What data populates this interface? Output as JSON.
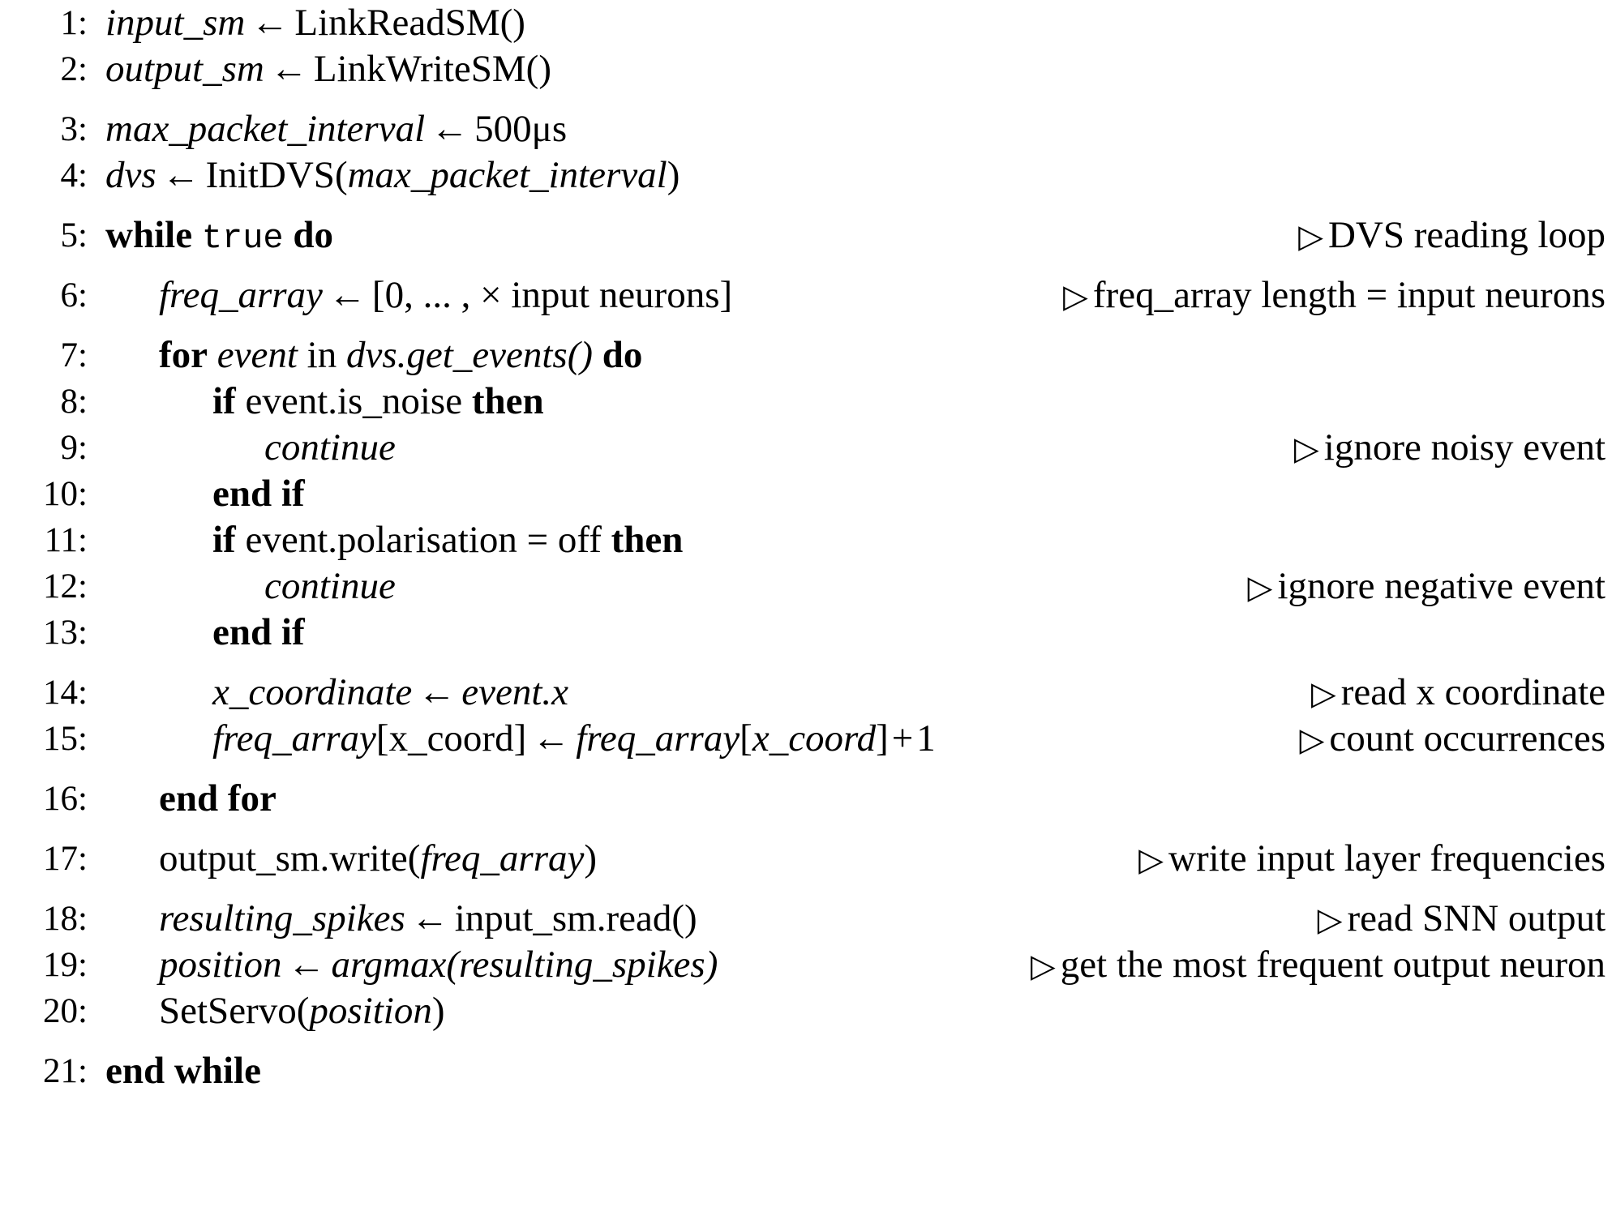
{
  "document": {
    "type": "algorithm-pseudocode",
    "comment_marker": "▷",
    "text_color": "#000000",
    "background_color": "#ffffff"
  },
  "lines": [
    {
      "num": "1:",
      "indent": 0,
      "gap_after": false,
      "comment": "",
      "tokens": [
        {
          "t": "input_sm",
          "s": "var"
        },
        {
          "t": "←",
          "s": "arrow"
        },
        {
          "t": "LinkReadSM()",
          "s": "rm"
        }
      ]
    },
    {
      "num": "2:",
      "indent": 0,
      "gap_after": true,
      "comment": "",
      "tokens": [
        {
          "t": "output_sm",
          "s": "var"
        },
        {
          "t": "←",
          "s": "arrow"
        },
        {
          "t": "LinkWriteSM()",
          "s": "rm"
        }
      ]
    },
    {
      "num": "3:",
      "indent": 0,
      "gap_after": false,
      "comment": "",
      "tokens": [
        {
          "t": "max_packet_interval",
          "s": "var"
        },
        {
          "t": "←",
          "s": "arrow"
        },
        {
          "t": "500μs",
          "s": "rm"
        }
      ]
    },
    {
      "num": "4:",
      "indent": 0,
      "gap_after": true,
      "comment": "",
      "tokens": [
        {
          "t": "dvs",
          "s": "var"
        },
        {
          "t": "←",
          "s": "arrow"
        },
        {
          "t": "InitDVS(",
          "s": "rm"
        },
        {
          "t": "max_packet_interval",
          "s": "var"
        },
        {
          "t": ")",
          "s": "rm"
        }
      ]
    },
    {
      "num": "5:",
      "indent": 0,
      "gap_after": true,
      "comment": "DVS reading loop",
      "tokens": [
        {
          "t": "while",
          "s": "kw"
        },
        {
          "t": " ",
          "s": "rm"
        },
        {
          "t": "true",
          "s": "tt"
        },
        {
          "t": " ",
          "s": "rm"
        },
        {
          "t": "do",
          "s": "kw"
        }
      ]
    },
    {
      "num": "6:",
      "indent": 1,
      "gap_after": true,
      "comment": "freq_array length = input neurons",
      "tokens": [
        {
          "t": "freq_array",
          "s": "var"
        },
        {
          "t": "←",
          "s": "arrow"
        },
        {
          "t": "[0, ... , × input neurons]",
          "s": "rm"
        }
      ]
    },
    {
      "num": "7:",
      "indent": 1,
      "gap_after": false,
      "comment": "",
      "tokens": [
        {
          "t": "for",
          "s": "kw"
        },
        {
          "t": " ",
          "s": "rm"
        },
        {
          "t": "event",
          "s": "var"
        },
        {
          "t": " in ",
          "s": "rm"
        },
        {
          "t": "dvs.get_events()",
          "s": "var"
        },
        {
          "t": " ",
          "s": "rm"
        },
        {
          "t": "do",
          "s": "kw"
        }
      ]
    },
    {
      "num": "8:",
      "indent": 2,
      "gap_after": false,
      "comment": "",
      "tokens": [
        {
          "t": "if",
          "s": "kw"
        },
        {
          "t": " event.is_noise ",
          "s": "rm"
        },
        {
          "t": "then",
          "s": "kw"
        }
      ]
    },
    {
      "num": "9:",
      "indent": 3,
      "gap_after": false,
      "comment": "ignore noisy event",
      "tokens": [
        {
          "t": "continue",
          "s": "var"
        }
      ]
    },
    {
      "num": "10:",
      "indent": 2,
      "gap_after": false,
      "comment": "",
      "tokens": [
        {
          "t": "end if",
          "s": "kw"
        }
      ]
    },
    {
      "num": "11:",
      "indent": 2,
      "gap_after": false,
      "comment": "",
      "tokens": [
        {
          "t": "if",
          "s": "kw"
        },
        {
          "t": " event.polarisation = off ",
          "s": "rm"
        },
        {
          "t": "then",
          "s": "kw"
        }
      ]
    },
    {
      "num": "12:",
      "indent": 3,
      "gap_after": false,
      "comment": "ignore negative event",
      "tokens": [
        {
          "t": "continue",
          "s": "var"
        }
      ]
    },
    {
      "num": "13:",
      "indent": 2,
      "gap_after": true,
      "comment": "",
      "tokens": [
        {
          "t": "end if",
          "s": "kw"
        }
      ]
    },
    {
      "num": "14:",
      "indent": 2,
      "gap_after": false,
      "comment": "read x coordinate",
      "tokens": [
        {
          "t": "x_coordinate",
          "s": "var"
        },
        {
          "t": "←",
          "s": "arrow"
        },
        {
          "t": "event.x",
          "s": "var"
        }
      ]
    },
    {
      "num": "15:",
      "indent": 2,
      "gap_after": true,
      "comment": "count occurrences",
      "tokens": [
        {
          "t": "freq_array",
          "s": "var"
        },
        {
          "t": "[x_coord]",
          "s": "rm"
        },
        {
          "t": "←",
          "s": "arrow"
        },
        {
          "t": "freq_array",
          "s": "var"
        },
        {
          "t": "[",
          "s": "rm"
        },
        {
          "t": "x_coord",
          "s": "var"
        },
        {
          "t": "]",
          "s": "rm"
        },
        {
          "t": "+",
          "s": "op"
        },
        {
          "t": "1",
          "s": "rm"
        }
      ]
    },
    {
      "num": "16:",
      "indent": 1,
      "gap_after": true,
      "comment": "",
      "tokens": [
        {
          "t": "end for",
          "s": "kw"
        }
      ]
    },
    {
      "num": "17:",
      "indent": 1,
      "gap_after": true,
      "comment": "write input layer frequencies",
      "tokens": [
        {
          "t": "output_sm.write(",
          "s": "rm"
        },
        {
          "t": "freq_array",
          "s": "var"
        },
        {
          "t": ")",
          "s": "rm"
        }
      ]
    },
    {
      "num": "18:",
      "indent": 1,
      "gap_after": false,
      "comment": "read SNN output",
      "tokens": [
        {
          "t": "resulting_spikes",
          "s": "var"
        },
        {
          "t": "←",
          "s": "arrow"
        },
        {
          "t": "input_sm.read()",
          "s": "rm"
        }
      ]
    },
    {
      "num": "19:",
      "indent": 1,
      "gap_after": false,
      "comment": "get the most frequent output neuron",
      "tokens": [
        {
          "t": "position",
          "s": "var"
        },
        {
          "t": "←",
          "s": "arrow"
        },
        {
          "t": "argmax(resulting_spikes)",
          "s": "var"
        }
      ]
    },
    {
      "num": "20:",
      "indent": 1,
      "gap_after": true,
      "comment": "",
      "tokens": [
        {
          "t": "SetServo(",
          "s": "rm"
        },
        {
          "t": "position",
          "s": "var"
        },
        {
          "t": ")",
          "s": "rm"
        }
      ]
    },
    {
      "num": "21:",
      "indent": 0,
      "gap_after": false,
      "comment": "",
      "tokens": [
        {
          "t": "end while",
          "s": "kw"
        }
      ]
    }
  ]
}
